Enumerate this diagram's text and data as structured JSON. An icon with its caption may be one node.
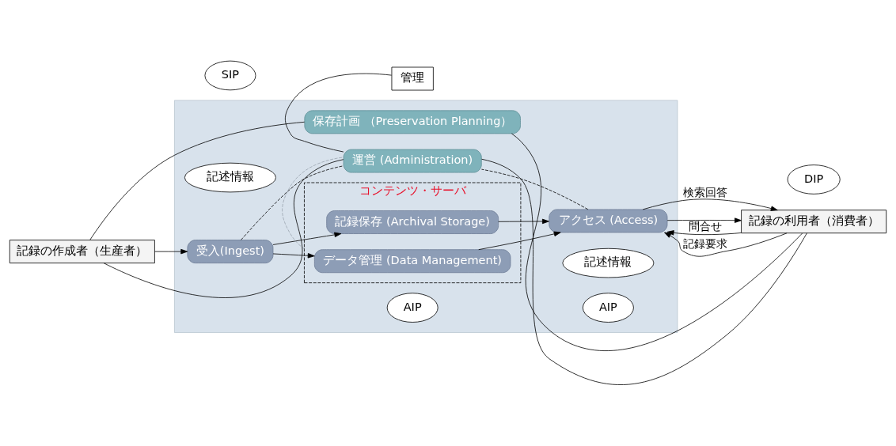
{
  "diagram": {
    "nodes": [
      {
        "text": [],
        "shape": "box"
      },
      {
        "text": [
          "記録の作成者（生産者）"
        ]
      },
      {
        "text": [
          "保存計画 （Preservation Planning）"
        ],
        "in": 0
      },
      {
        "text": [
          "記述情報"
        ],
        "in": 0
      },
      {
        "text": [
          "受入(Ingest)"
        ],
        "in": 0
      },
      {
        "text": [
          "コンテンツ・サーバ"
        ],
        "in": 0
      },
      {
        "text": [
          "データ管理 (Data Management)"
        ],
        "in": 5
      },
      {
        "text": [
          "記録保存 (Archival Storage)"
        ],
        "in": 5
      },
      {
        "text": [
          "SIP"
        ]
      },
      {
        "text": [
          "AIP"
        ],
        "in": 0
      },
      {
        "text": [
          "記述情報"
        ],
        "in": 0
      },
      {
        "text": [
          "アクセス (Access)"
        ],
        "in": 0
      },
      {
        "text": [
          "AIP"
        ],
        "in": 0
      },
      {
        "text": [
          "記録の利用者（消費者）"
        ]
      },
      {
        "text": [
          "DIP"
        ]
      },
      {
        "text": [
          "運営 (Administration)"
        ],
        "in": 0
      },
      {
        "text": [
          "管理"
        ]
      }
    ],
    "edges": [
      {
        "from": 1,
        "to": 2,
        "arrow": "none"
      },
      {
        "from": 13,
        "to": 2,
        "arrow": "none"
      },
      {
        "from": 1,
        "to": 4,
        "arrow": "to"
      },
      {
        "from": 4,
        "to": 6,
        "arrow": "to"
      },
      {
        "from": 4,
        "to": 7,
        "arrow": "to"
      },
      {
        "from": 6,
        "to": 11,
        "arrow": "to"
      },
      {
        "from": 7,
        "to": 11,
        "arrow": "to"
      },
      {
        "from": 13,
        "to": 11,
        "arrow": "to",
        "label": "問合せ"
      },
      {
        "from": 11,
        "to": 13,
        "arrow": "to",
        "label": "検索回答"
      },
      {
        "from": 13,
        "to": 11,
        "arrow": "to",
        "label": "記録要求"
      },
      {
        "from": 11,
        "to": 13,
        "arrow": "to"
      },
      {
        "from": 4,
        "to": 15,
        "arrow": "none",
        "style": "dashed"
      },
      {
        "from": 5,
        "to": 15,
        "arrow": "none",
        "style": "dashed",
        "color": "#9aa4b0"
      },
      {
        "from": 11,
        "to": 15,
        "arrow": "none",
        "style": "dashed"
      },
      {
        "from": 1,
        "to": 15,
        "arrow": "none"
      },
      {
        "from": 13,
        "to": 15,
        "arrow": "none"
      },
      {
        "from": 15,
        "to": 16,
        "arrow": "none"
      }
    ]
  }
}
